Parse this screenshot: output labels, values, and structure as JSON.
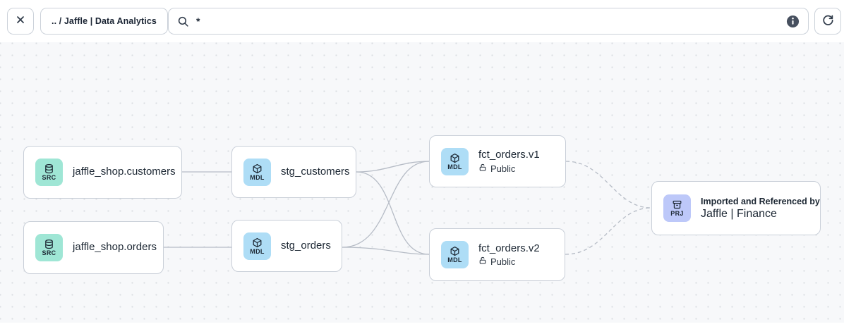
{
  "toolbar": {
    "breadcrumb": ".. / Jaffle | Data Analytics",
    "search": {
      "value": "*"
    }
  },
  "colors": {
    "canvas_bg": "#f7f8fa",
    "node_border": "#c9cfd8",
    "edge": "#b6bcc6",
    "src_badge_bg": "#9fe6d5",
    "mdl_badge_bg": "#aeddf6",
    "prj_badge_bg": "#bdc8f9",
    "info_icon_bg": "#47505f",
    "text": "#1c2733"
  },
  "nodes": [
    {
      "title": "jaffle_shop.customers",
      "badge": "SRC",
      "kind": "source"
    },
    {
      "title": "jaffle_shop.orders",
      "badge": "SRC",
      "kind": "source"
    },
    {
      "title": "stg_customers",
      "badge": "MDL",
      "kind": "model"
    },
    {
      "title": "stg_orders",
      "badge": "MDL",
      "kind": "model"
    },
    {
      "title": "fct_orders.v1",
      "badge": "MDL",
      "kind": "model",
      "access": "Public"
    },
    {
      "title": "fct_orders.v2",
      "badge": "MDL",
      "kind": "model",
      "access": "Public"
    },
    {
      "subtitle": "Imported and Referenced by",
      "title": "Jaffle | Finance",
      "badge": "PRJ",
      "kind": "project"
    }
  ],
  "edges": [
    {
      "from": "jaffle_shop.customers",
      "to": "stg_customers",
      "style": "solid"
    },
    {
      "from": "jaffle_shop.orders",
      "to": "stg_orders",
      "style": "solid"
    },
    {
      "from": "stg_customers",
      "to": "fct_orders.v1",
      "style": "solid"
    },
    {
      "from": "stg_customers",
      "to": "fct_orders.v2",
      "style": "solid"
    },
    {
      "from": "stg_orders",
      "to": "fct_orders.v1",
      "style": "solid"
    },
    {
      "from": "stg_orders",
      "to": "fct_orders.v2",
      "style": "solid"
    },
    {
      "from": "fct_orders.v1",
      "to": "Jaffle | Finance",
      "style": "dashed"
    },
    {
      "from": "fct_orders.v2",
      "to": "Jaffle | Finance",
      "style": "dashed"
    }
  ]
}
